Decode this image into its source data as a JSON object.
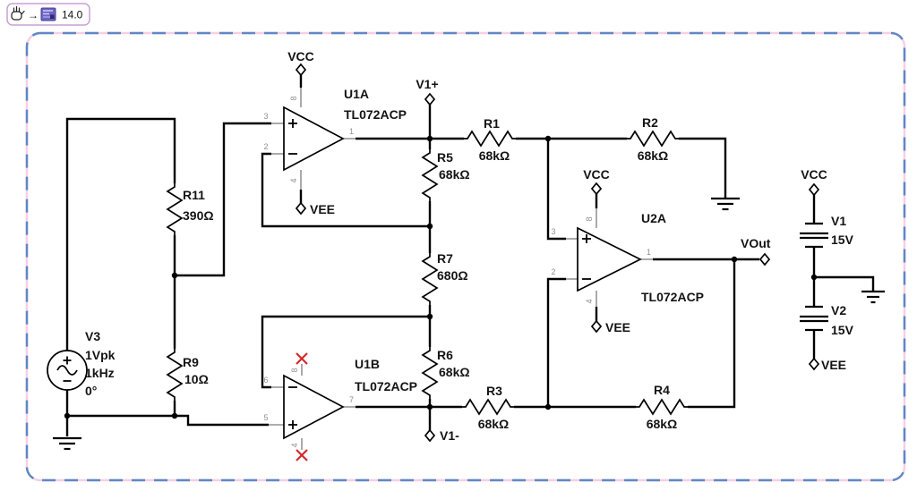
{
  "tab": {
    "zoom": "14.0",
    "arrow": "→",
    "icons": [
      "pan-hand-icon",
      "schematic-thumbnail-icon"
    ]
  },
  "nets": {
    "vcc": "VCC",
    "vee": "VEE",
    "v1_plus": "V1+",
    "v1_minus": "V1-",
    "vout": "VOut"
  },
  "opamps": {
    "u1a": {
      "ref": "U1A",
      "part": "TL072ACP",
      "pin_plus": "3",
      "pin_minus": "2",
      "pin_out": "1",
      "pin_vcc": "8",
      "pin_vee": "4"
    },
    "u1b": {
      "ref": "U1B",
      "part": "TL072ACP",
      "pin_minus": "6",
      "pin_plus": "5",
      "pin_out": "7",
      "pin_vcc": "8",
      "pin_vee": "4"
    },
    "u2a": {
      "ref": "U2A",
      "part": "TL072ACP",
      "pin_plus": "3",
      "pin_minus": "2",
      "pin_out": "1",
      "pin_vcc": "8",
      "pin_vee": "4"
    }
  },
  "resistors": {
    "r1": {
      "ref": "R1",
      "value": "68kΩ"
    },
    "r2": {
      "ref": "R2",
      "value": "68kΩ"
    },
    "r3": {
      "ref": "R3",
      "value": "68kΩ"
    },
    "r4": {
      "ref": "R4",
      "value": "68kΩ"
    },
    "r5": {
      "ref": "R5",
      "value": "68kΩ"
    },
    "r6": {
      "ref": "R6",
      "value": "68kΩ"
    },
    "r7": {
      "ref": "R7",
      "value": "680Ω"
    },
    "r9": {
      "ref": "R9",
      "value": "10Ω"
    },
    "r11": {
      "ref": "R11",
      "value": "390Ω"
    }
  },
  "sources": {
    "v3": {
      "ref": "V3",
      "amplitude": "1Vpk",
      "frequency": "1kHz",
      "phase": "0°"
    },
    "v1": {
      "ref": "V1",
      "value": "15V"
    },
    "v2": {
      "ref": "V2",
      "value": "15V"
    }
  },
  "colors": {
    "wire": "#000000",
    "border_blue": "#5f87c5",
    "border_pink": "#f8cfe2",
    "pin_gray": "#8f8f8f",
    "x_red": "#d42a2a"
  }
}
